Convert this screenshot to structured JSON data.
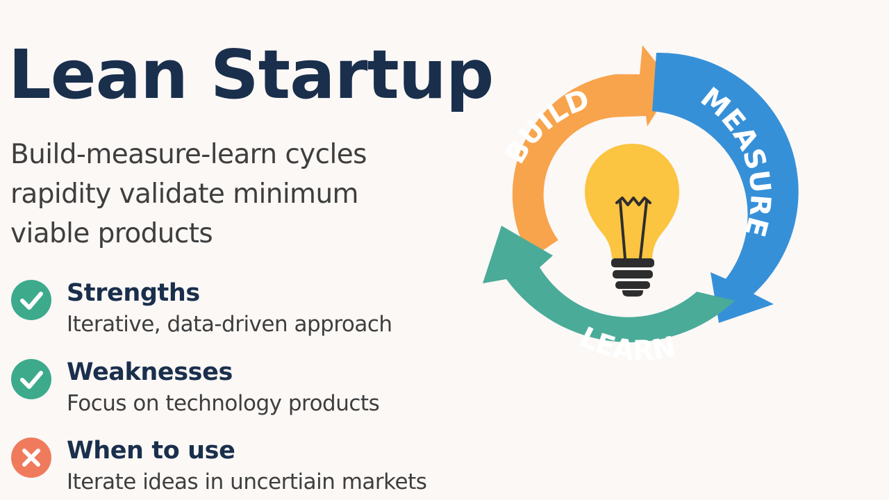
{
  "title": "Lean Startup",
  "subtitle": "Build-measure-learn cycles rapidity validate minimum viable products",
  "items": [
    {
      "title": "Strengths",
      "description": "Iterative, data-driven approach",
      "status": "check",
      "color": "#3daa8c"
    },
    {
      "title": "Weaknesses",
      "description": "Focus on technology products",
      "status": "check",
      "color": "#3daa8c"
    },
    {
      "title": "When to use",
      "description": "Iterate ideas in uncertiain markets",
      "status": "cross",
      "color": "#f07b5c"
    }
  ],
  "cycle": {
    "center_icon": "lightbulb-icon",
    "stages": [
      {
        "label": "BUILD",
        "color": "#f8a44c"
      },
      {
        "label": "MEASURE",
        "color": "#3690d8"
      },
      {
        "label": "LEARN",
        "color": "#4aab98"
      }
    ],
    "bulb_color": "#fbc441",
    "base_color": "#2d2d2d"
  }
}
